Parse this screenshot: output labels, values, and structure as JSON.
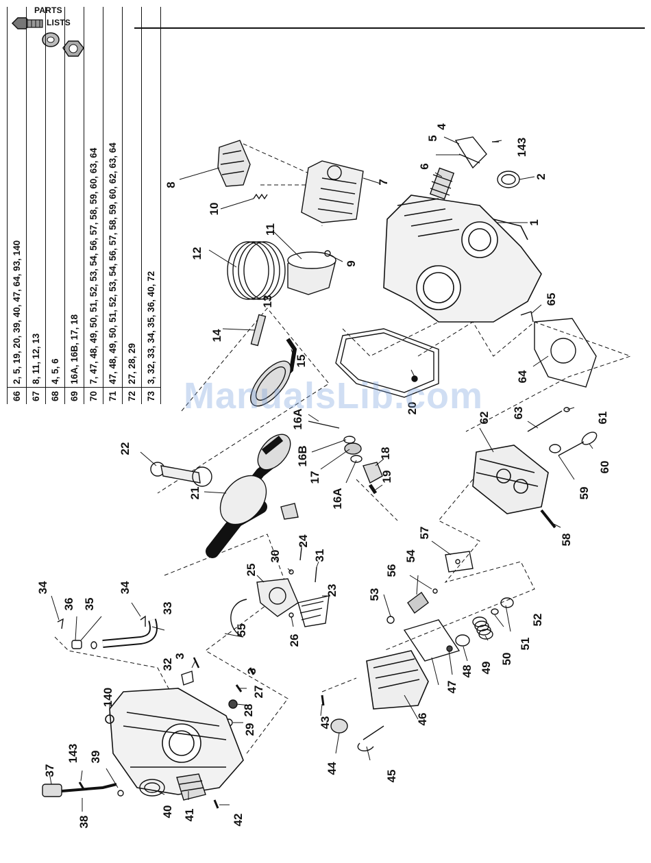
{
  "logo": {
    "line1": "PARTS",
    "line2": "LISTS"
  },
  "watermark": "ManualsLib.com",
  "parts_table": {
    "rows": [
      {
        "key": "66",
        "values": "2, 5, 19, 20, 39, 40, 47, 64, 93, 140"
      },
      {
        "key": "67",
        "values": "8, 11, 12, 13"
      },
      {
        "key": "68",
        "values": "4, 5, 6"
      },
      {
        "key": "69",
        "values": "16A, 16B, 17, 18"
      },
      {
        "key": "70",
        "values": "7, 47, 48, 49, 50, 51, 52, 53, 54, 56, 57, 58, 59, 60, 63, 64"
      },
      {
        "key": "71",
        "values": "47, 48, 49, 50, 51, 52, 53, 54, 56, 57, 58, 59, 60, 62, 63, 64"
      },
      {
        "key": "72",
        "values": "27, 28, 29"
      },
      {
        "key": "73",
        "values": "3, 32, 33, 34, 35, 36, 40, 72"
      }
    ]
  },
  "callouts": [
    "1",
    "2",
    "3",
    "3",
    "4",
    "5",
    "6",
    "7",
    "8",
    "9",
    "10",
    "11",
    "12",
    "13",
    "14",
    "15",
    "16A",
    "16A",
    "16B",
    "17",
    "18",
    "19",
    "20",
    "21",
    "22",
    "23",
    "24",
    "25",
    "26",
    "27",
    "28",
    "29",
    "30",
    "31",
    "32",
    "33",
    "34",
    "34",
    "35",
    "36",
    "37",
    "38",
    "39",
    "40",
    "41",
    "42",
    "43",
    "44",
    "45",
    "46",
    "47",
    "48",
    "49",
    "50",
    "51",
    "52",
    "53",
    "54",
    "55",
    "56",
    "57",
    "58",
    "59",
    "60",
    "61",
    "62",
    "63",
    "64",
    "65",
    "140",
    "143",
    "143"
  ]
}
